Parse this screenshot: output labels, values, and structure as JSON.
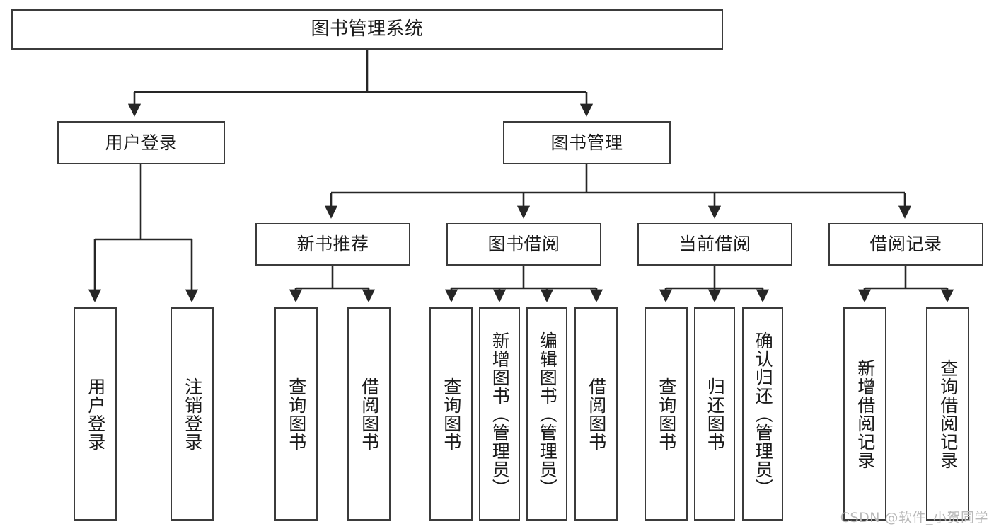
{
  "diagram": {
    "type": "tree-hierarchy",
    "title": "图书管理系统",
    "watermark": "CSDN @软件_小贺同学",
    "colors": {
      "box_border": "#3b3b3b",
      "box_fill": "#ffffff",
      "connector": "#262626",
      "text": "#1a1a1a",
      "watermark": "#b9b9b9",
      "background": "#ffffff"
    },
    "nodes": {
      "root": {
        "label": "图书管理系统"
      },
      "level2": [
        {
          "label": "用户登录"
        },
        {
          "label": "图书管理"
        }
      ],
      "level3": [
        {
          "label": "新书推荐"
        },
        {
          "label": "图书借阅"
        },
        {
          "label": "当前借阅"
        },
        {
          "label": "借阅记录"
        }
      ],
      "leaves": {
        "user_login": [
          {
            "label": "用户登录"
          },
          {
            "label": "注销登录"
          }
        ],
        "new_book_recommend": [
          {
            "label": "查询图书"
          },
          {
            "label": "借阅图书"
          }
        ],
        "book_borrow": [
          {
            "label": "查询图书"
          },
          {
            "label": "新增图书（管理员）"
          },
          {
            "label": "编辑图书（管理员）"
          },
          {
            "label": "借阅图书"
          }
        ],
        "current_borrow": [
          {
            "label": "查询图书"
          },
          {
            "label": "归还图书"
          },
          {
            "label": "确认归还（管理员）"
          }
        ],
        "borrow_record": [
          {
            "label": "新增借阅记录"
          },
          {
            "label": "查询借阅记录"
          }
        ]
      }
    }
  }
}
